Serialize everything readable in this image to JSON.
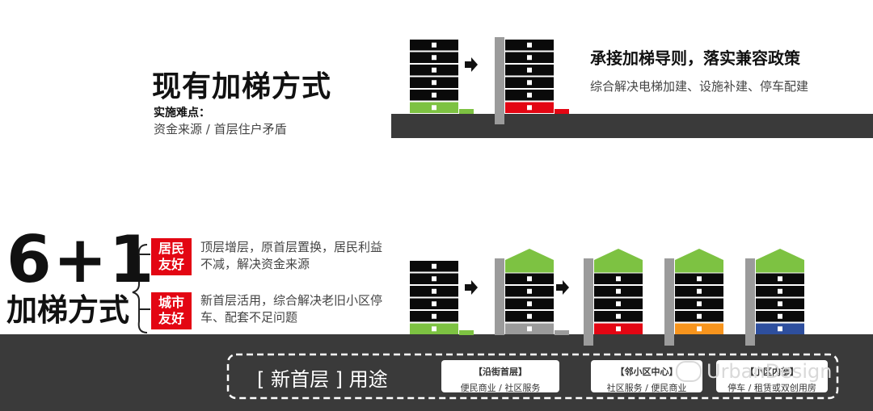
{
  "top": {
    "title": "现有加梯方式",
    "difficulty_label": "实施难点：",
    "difficulty_text": "资金来源 / 首层住户矛盾",
    "policy_title": "承接加梯导则，落实兼容政策",
    "policy_subtitle": "综合解决电梯加建、设施补建、停车配建"
  },
  "bottom": {
    "big_title": "6+1",
    "big_subtitle": "加梯方式",
    "tags": [
      {
        "lines": [
          "居民",
          "友好"
        ],
        "description": "顶层增层，原首层置换，居民利益不减，解决资金来源"
      },
      {
        "lines": [
          "城市",
          "友好"
        ],
        "description": "新首层活用，综合解决老旧小区停车、配套不足问题"
      }
    ],
    "new_floor_label": "[ 新首层 ] 用途",
    "uses": [
      {
        "title": "【沿街首层】",
        "desc": "便民商业 / 社区服务"
      },
      {
        "title": "【邻小区中心】",
        "desc": "社区服务 / 便民商业"
      },
      {
        "title": "【小区内部】",
        "desc": "停车 / 租赁或双创用房"
      }
    ],
    "watermark": "UrbanDesign"
  },
  "colors": {
    "building": "#0a0a0a",
    "green": "#7dc242",
    "red": "#e30613",
    "orange": "#f7941d",
    "blue": "#2e4f9e",
    "elevator": "#9b9b9b",
    "ground": "#3a3a3a"
  }
}
